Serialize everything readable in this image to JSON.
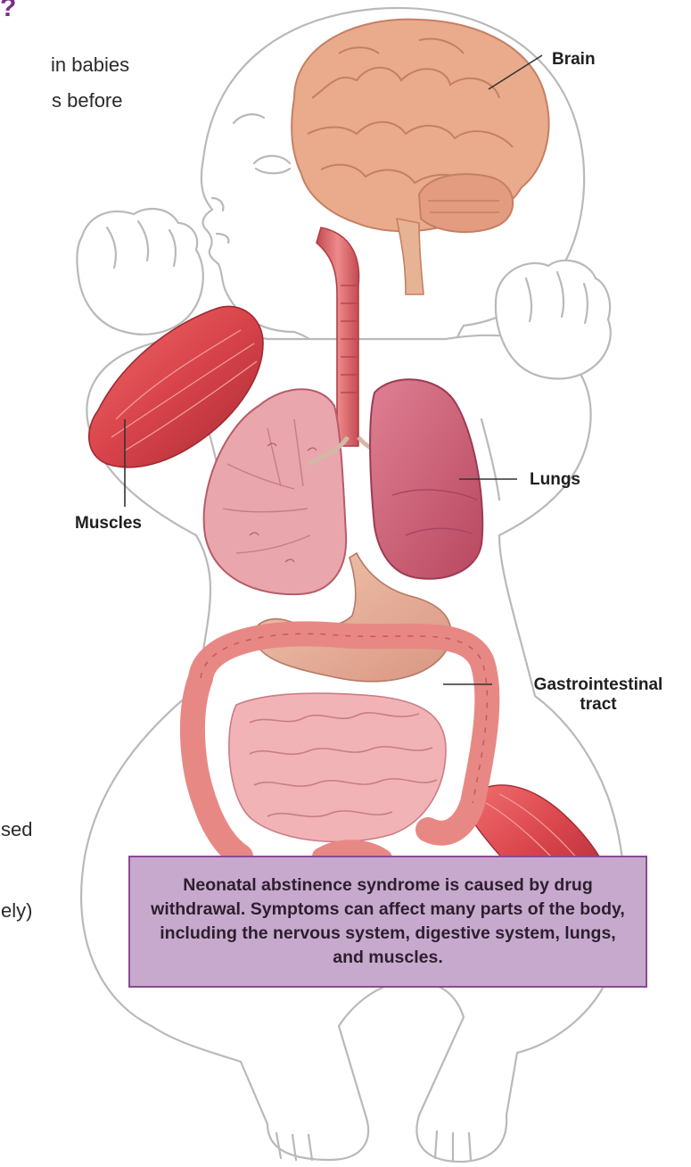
{
  "heading_fragment": "?",
  "text_fragments": {
    "line1": "in babies",
    "line2": "s before",
    "line3": "sed",
    "line4": "ely)"
  },
  "labels": {
    "brain": "Brain",
    "lungs": "Lungs",
    "muscles": "Muscles",
    "gi_line1": "Gastrointestinal",
    "gi_line2": "tract"
  },
  "caption": "Neonatal abstinence syndrome is caused by drug withdrawal.  Symptoms can affect many parts of the body, including the nervous system, digestive system, lungs, and muscles.",
  "colors": {
    "heading_accent": "#7a2e86",
    "caption_bg": "#c8a9ce",
    "caption_border": "#8a4a94",
    "outline": "#b9b9b9",
    "brain": "#e8a888",
    "muscle": "#d8434a",
    "lung_left": "#e8a6ad",
    "lung_right": "#c9566f",
    "intestine": "#e88884"
  }
}
